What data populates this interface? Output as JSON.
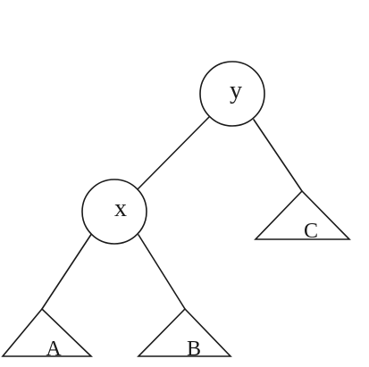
{
  "tree": {
    "nodes": [
      {
        "id": "y",
        "label": "y"
      },
      {
        "id": "x",
        "label": "x"
      }
    ],
    "subtrees": [
      {
        "id": "A",
        "label": "A"
      },
      {
        "id": "B",
        "label": "B"
      },
      {
        "id": "C",
        "label": "C"
      }
    ],
    "edges": [
      {
        "from": "y",
        "to": "x"
      },
      {
        "from": "y",
        "to": "C"
      },
      {
        "from": "x",
        "to": "A"
      },
      {
        "from": "x",
        "to": "B"
      }
    ]
  }
}
